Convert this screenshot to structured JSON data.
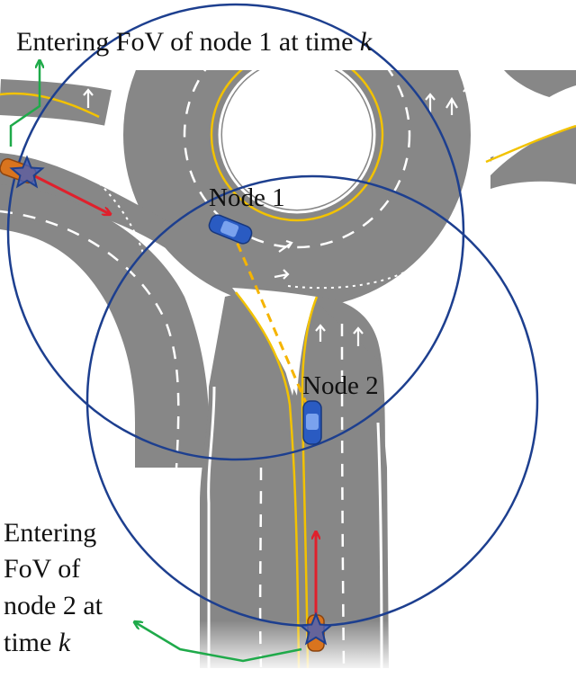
{
  "annotations": {
    "top_label": {
      "text": "Entering FoV of node 1 at time ",
      "var": "k"
    },
    "bottom_label": {
      "line1": "Entering",
      "line2": "FoV of",
      "line3": "node 2 at",
      "line4_text": "time ",
      "line4_var": "k"
    },
    "node1": "Node 1",
    "node2": "Node 2"
  },
  "colors": {
    "road": "#878787",
    "road_edge": "#ffffff",
    "center_line": "#f2c200",
    "fov_circle": "#1d3f8f",
    "velocity_arrow": "#e0202c",
    "entry_arrow": "#1faa4a",
    "link_line": "#f5b400",
    "node_car": "#2a5bc2",
    "other_car": "#d9741e",
    "star": "#3d5fc4"
  },
  "icons": [
    "node-1-car-icon",
    "node-2-car-icon",
    "vehicle-left-icon",
    "vehicle-bottom-icon",
    "star-marker-icon",
    "lane-arrow-icon"
  ]
}
